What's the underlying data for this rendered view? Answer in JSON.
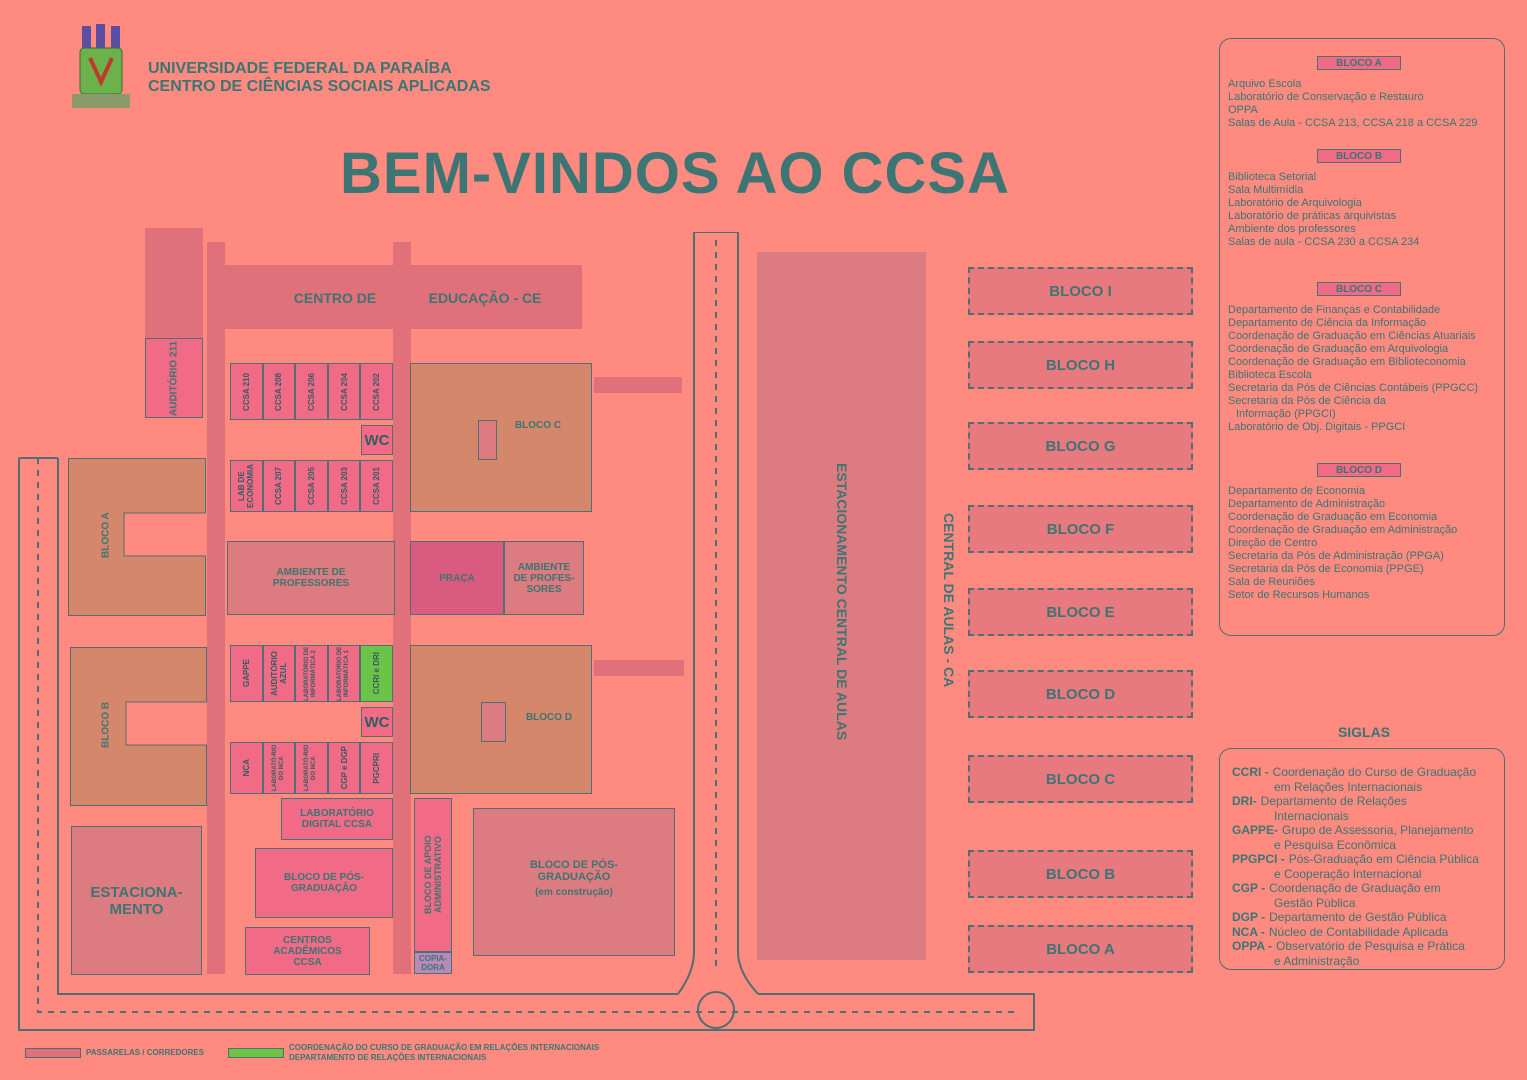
{
  "header": {
    "university": "UNIVERSIDADE FEDERAL DA PARAÍBA",
    "center": "CENTRO DE CIÊNCIAS SOCIAIS APLICADAS",
    "welcome": "BEM-VINDOS AO CCSA"
  },
  "map": {
    "ce_left": "CENTRO DE",
    "ce_right": "EDUCAÇÃO - CE",
    "auditorio": "AUDITÓRIO 211",
    "rooms_top": [
      "CCSA 210",
      "CCSA 208",
      "CCSA 206",
      "CCSA 204",
      "CCSA 202"
    ],
    "rooms_mid": [
      "LAB DE ECONOMIA",
      "CCSA 207",
      "CCSA 205",
      "CCSA 203",
      "CCSA 201"
    ],
    "wc": "WC",
    "bloco_c": "BLOCO C",
    "bloco_d": "BLOCO D",
    "bloco_a": "BLOCO A",
    "bloco_b": "BLOCO B",
    "amb_prof": "AMBIENTE DE PROFESSORES",
    "praca": "PRAÇA",
    "amb_prof2": "AMBIENTE DE PROFES-SORES",
    "rooms_d1": [
      "GAPPE",
      "AUDITÓRIO AZUL",
      "LABORATÓRIO DE INFORMÁTICA 2",
      "LABORATÓRIO DE INFORMÁTICA 1",
      "CCRI e DRI"
    ],
    "rooms_d2": [
      "NCA",
      "LABORATÓ-RIO DO NCA",
      "LABORATÓ-RIO DO NCA",
      "CGP e DGP",
      "PGCPRI"
    ],
    "lab_digital": "LABORATÓRIO DIGITAL CCSA",
    "bloco_pos": "BLOCO DE PÓS-GRADUAÇÃO",
    "centros": "CENTROS ACADÊMICOS CCSA",
    "apoio": "BLOCO DE APOIO ADMINISTRATIVO",
    "copiadora": "COPIA-DORA",
    "pos_construcao": "BLOCO DE PÓS-GRADUAÇÃO",
    "em_construcao": "(em construção)",
    "estacionamento": "ESTACIONA-MENTO",
    "est_central": "ESTACIONAMENTO CENTRAL DE AULAS",
    "central_aulas": "CENTRAL DE AULAS - CA",
    "ca_blocks": [
      "BLOCO I",
      "BLOCO H",
      "BLOCO G",
      "BLOCO F",
      "BLOCO E",
      "BLOCO D",
      "BLOCO C",
      "BLOCO B",
      "BLOCO A"
    ]
  },
  "legend": {
    "blocks": [
      {
        "name": "BLOCO A",
        "items": [
          "Arquivo Escola",
          "Laboratório de Conservação e Restauro",
          "OPPA",
          "Salas de Aula - CCSA 213, CCSA 218 a CCSA 229"
        ]
      },
      {
        "name": "BLOCO B",
        "items": [
          "Biblioteca Setorial",
          "Sala Multimídia",
          "Laboratório de Arquivologia",
          "Laboratório de práticas arquivistas",
          "Ambiente dos professores",
          "Salas de aula - CCSA 230 a CCSA 234"
        ]
      },
      {
        "name": "BLOCO C",
        "items": [
          "Departamento de Finanças e Contabilidade",
          "Departamento de Ciência da Informação",
          "Coordenação de Graduação em Ciências Atuariais",
          "Coordenação de Graduação em Arquivologia",
          "Coordenação de Graduação em Biblioteconomia",
          "Biblioteca Escola",
          "Secretaria da Pós de Ciências Contábeis (PPGCC)",
          "Secretaria da Pós de Ciência da",
          "Informação (PPGCI)",
          "Laboratório de Obj. Digitais - PPGCI"
        ]
      },
      {
        "name": "BLOCO D",
        "items": [
          "Departamento de Economia",
          "Departamento de Administração",
          "Coordenação de Graduação em Economia",
          "Coordenação de Graduação em Administração",
          "Direção de Centro",
          "Secretaria da Pós de Administração (PPGA)",
          "Secretaria da Pós de Economia (PPGE)",
          "Sala de Reuniões",
          "Setor de Recursos Humanos"
        ]
      }
    ],
    "siglas_title": "SIGLAS",
    "siglas": [
      {
        "abbr": "CCRI -",
        "desc": "Coordenação do Curso de Graduação",
        "cont": "em Relações Internacionais"
      },
      {
        "abbr": "DRI-",
        "desc": "Departamento de Relações",
        "cont": "Internacionais"
      },
      {
        "abbr": "GAPPE-",
        "desc": "Grupo de Assessoria, Planejamento",
        "cont": "e Pesquisa Econômica"
      },
      {
        "abbr": "PPGPCI -",
        "desc": "Pós-Graduação em Ciência Pública",
        "cont": "e Cooperação Internacional"
      },
      {
        "abbr": "CGP -",
        "desc": "Coordenação de Graduação em",
        "cont": "Gestão Pública"
      },
      {
        "abbr": "DGP -",
        "desc": "Departamento de Gestão Pública",
        "cont": ""
      },
      {
        "abbr": "NCA -",
        "desc": "Núcleo de Contabilidade Aplicada",
        "cont": ""
      },
      {
        "abbr": "OPPA -",
        "desc": "Observatório de Pesquisa e Prática",
        "cont": "e Administração"
      }
    ]
  },
  "footer": {
    "passarelas": "PASSARELAS / CORREDORES",
    "coord1": "COORDENAÇÃO DO CURSO DE GRADUAÇÃO EM RELAÇÕES INTERNACIONAIS",
    "coord2": "DEPARTAMENTO DE RELAÇÕES INTERNACIONAIS"
  },
  "colors": {
    "background": "#ff8a80",
    "teal": "#3c7573",
    "tan": "#d4876a",
    "pink": "#f16a86",
    "green": "#6bc447"
  }
}
